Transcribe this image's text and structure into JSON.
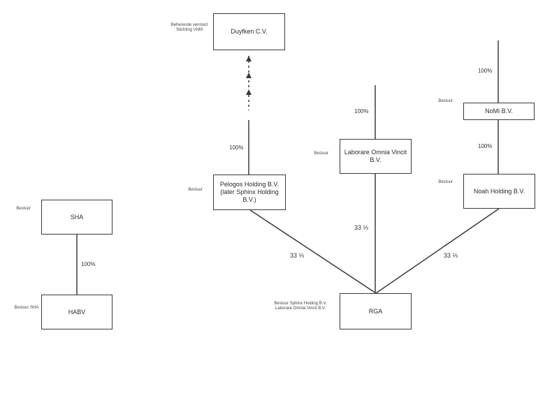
{
  "boxes": {
    "duyfken": "Duyfken C.V.",
    "pelogos": "Pelogos Holding B.V. (later Sphinx Holding B.V.)",
    "laborare": "Laborare Omnia Vincit B.V.",
    "nomi": "NoMi B.V.",
    "noah": "Noah Holding B.V.",
    "rga": "RGA",
    "sha": "SHA",
    "habv": "HABV"
  },
  "labels": {
    "duyfken_side": "Beherende vennoot Stichting VNM",
    "pelogos_side": "Bestuur",
    "laborare_side": "Bestuur",
    "nomi_side": "Bestuur",
    "noah_side": "Bestuur",
    "rga_side": "Bestuur Sphinx Holding B.V. Laborare Omnia Vincit B.V.",
    "sha_side": "Bestuur",
    "habv_side": "Bestuur SHA"
  },
  "percentages": {
    "pelogos_top": "100%",
    "laborare_top": "100%",
    "nomi_top": "100%",
    "nomi_noah": "100%",
    "pelogos_rga": "33 ⅓",
    "laborare_rga": "33 ⅓",
    "noah_rga": "33 ⅓",
    "sha_habv": "100%"
  }
}
